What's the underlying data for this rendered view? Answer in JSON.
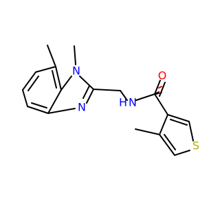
{
  "atom_labels": {
    "n_methyl": "N",
    "n_imine": "N",
    "n_amide": "N",
    "h_amide": "H",
    "o_carbonyl": "O",
    "s_thiophene": "S"
  },
  "colors": {
    "carbon": "#000000",
    "nitrogen": "#0000ff",
    "oxygen": "#ff0000",
    "sulfur": "#b2b200",
    "background": "#ffffff"
  }
}
